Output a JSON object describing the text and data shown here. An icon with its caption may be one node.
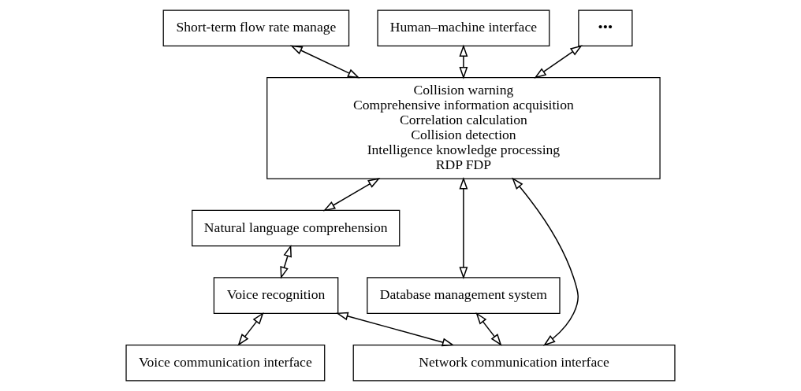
{
  "diagram": {
    "nodes": [
      {
        "text": [
          "Short-term flow rate manage"
        ]
      },
      {
        "text": [
          "Human–machine interface"
        ]
      },
      {
        "text": [
          "•••"
        ]
      },
      {
        "text": [
          "Collision warning",
          "Comprehensive information acquisition",
          "Correlation calculation",
          "Collision detection",
          "Intelligence knowledge processing",
          "RDP FDP"
        ]
      },
      {
        "text": [
          "Natural language comprehension"
        ]
      },
      {
        "text": [
          "Database management system"
        ]
      },
      {
        "text": [
          "Voice recognition"
        ]
      },
      {
        "text": [
          "Network communication interface"
        ]
      },
      {
        "text": [
          "Voice communication interface"
        ]
      }
    ],
    "edges": [
      {
        "from": 0,
        "to": 3,
        "arrow": "both"
      },
      {
        "from": 1,
        "to": 3,
        "arrow": "both"
      },
      {
        "from": 2,
        "to": 3,
        "arrow": "both"
      },
      {
        "from": 3,
        "to": 4,
        "arrow": "both"
      },
      {
        "from": 3,
        "to": 5,
        "arrow": "both"
      },
      {
        "from": 4,
        "to": 6,
        "arrow": "both"
      },
      {
        "from": 5,
        "to": 7,
        "arrow": "both"
      },
      {
        "from": 3,
        "to": 7,
        "arrow": "both"
      },
      {
        "from": 6,
        "to": 7,
        "arrow": "both"
      },
      {
        "from": 6,
        "to": 8,
        "arrow": "both"
      }
    ]
  }
}
